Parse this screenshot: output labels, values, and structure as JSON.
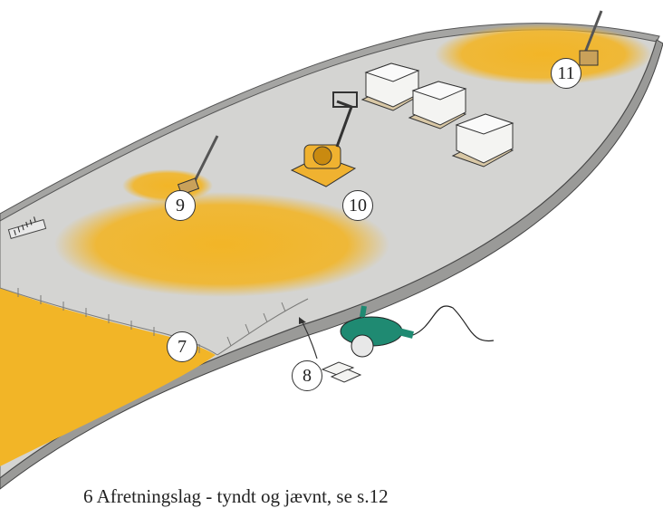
{
  "markers": [
    {
      "number": "7"
    },
    {
      "number": "8"
    },
    {
      "number": "9"
    },
    {
      "number": "10"
    },
    {
      "number": "11"
    }
  ],
  "caption": "6 Afretningslag - tyndt og jævnt, se s.12",
  "colors": {
    "sand": "#f2b527",
    "pavement": "#d4d4d2",
    "edge_stone": "#9a9a98",
    "outline": "#3a3a3a",
    "cutter_green": "#1f8a72",
    "compactor_yellow": "#f0b230"
  },
  "icons": [
    "plate-compactor-icon",
    "stone-cutter-icon",
    "leveling-rake-icon",
    "paver-pallet-icon",
    "paving-stone-icon"
  ]
}
